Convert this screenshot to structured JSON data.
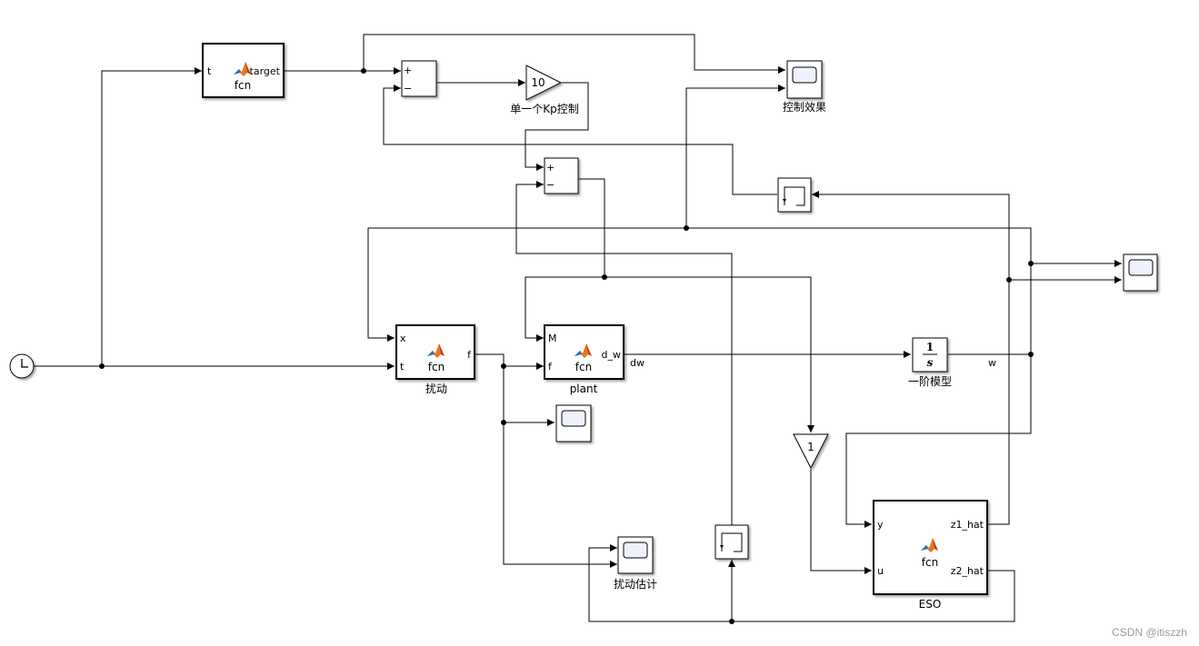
{
  "diagram": {
    "target_block": {
      "port_in": "t",
      "port_out": "target",
      "name": "fcn"
    },
    "sum1": {
      "plus": "+",
      "minus": "−"
    },
    "gain_kp": {
      "value": "10",
      "label": "单一个Kp控制"
    },
    "scope_control": {
      "label": "控制效果"
    },
    "sum2": {
      "plus": "+",
      "minus": "−"
    },
    "disturbance_block": {
      "port_x": "x",
      "port_t": "t",
      "port_f": "f",
      "name": "fcn",
      "label": "扰动"
    },
    "plant_block": {
      "port_M": "M",
      "port_f": "f",
      "port_out": "d_w",
      "name": "fcn",
      "label": "plant"
    },
    "signal_dw": "dw",
    "integrator": {
      "num": "1",
      "den": "s",
      "label": "一阶模型"
    },
    "signal_w": "w",
    "gain_one": {
      "value": "1"
    },
    "eso_block": {
      "port_y": "y",
      "port_u": "u",
      "port_z1": "z1_hat",
      "port_z2": "z2_hat",
      "name": "fcn",
      "label": "ESO"
    },
    "scope_estimate": {
      "label": "扰动估计"
    },
    "watermark": "CSDN @itiszzh"
  },
  "colors": {
    "line": "#000000",
    "block_fill": "#ffffff",
    "matlab_orange": "#e5761f",
    "matlab_blue": "#2f6fb7",
    "scope_screen": "#eef3fb"
  }
}
